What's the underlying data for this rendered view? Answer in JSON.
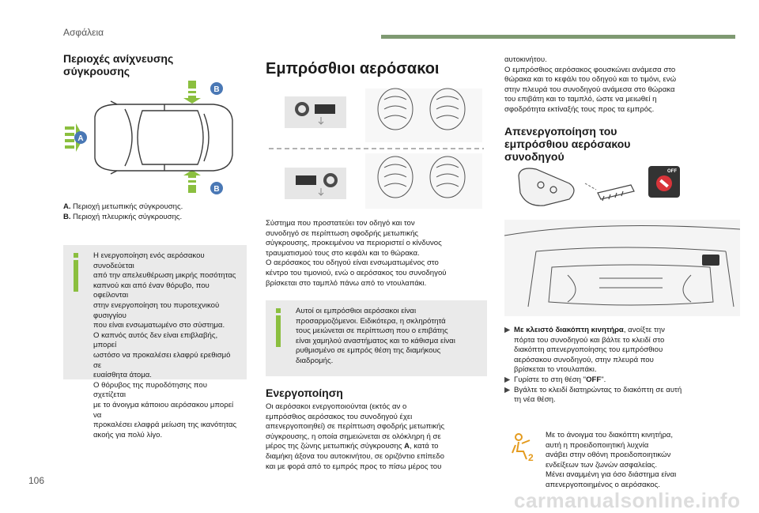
{
  "header": {
    "section": "Ασφάλεια",
    "page_number": "106",
    "accent_color": "#7f9a72"
  },
  "left": {
    "title_line1": "Περιοχές ανίχνευσης",
    "title_line2": "σύγκρουσης",
    "badge_a": "A",
    "badge_b": "B",
    "legend": [
      {
        "key": "A.",
        "text": "Περιοχή μετωπικής σύγκρουσης."
      },
      {
        "key": "B.",
        "text": "Περιοχή πλευρικής σύγκρουσης."
      }
    ],
    "info_lines": [
      "Η ενεργοποίηση ενός αερόσακου συνοδεύεται",
      "από την απελευθέρωση μικρής ποσότητας",
      "καπνού και από έναν θόρυβο, που οφείλονται",
      "στην ενεργοποίηση του πυροτεχνικού φυσιγγίου",
      "που είναι ενσωματωμένο στο σύστημα.",
      "Ο καπνός αυτός δεν είναι επιβλαβής, μπορεί",
      "ωστόσο να προκαλέσει ελαφρύ ερεθισμό σε",
      "ευαίσθητα άτομα.",
      "Ο θόρυβος της πυροδότησης που σχετίζεται",
      "με το άνοιγμα κάποιου αερόσακου μπορεί να",
      "προκαλέσει ελαφρά μείωση της ικανότητας",
      "ακοής για πολύ λίγο."
    ]
  },
  "middle": {
    "title": "Εμπρόσθιοι αερόσακοι",
    "body_lines": [
      "Σύστημα που προστατεύει τον οδηγό και τον",
      "συνοδηγό σε περίπτωση σφοδρής μετωπικής",
      "σύγκρουσης, προκειμένου να περιοριστεί ο κίνδυνος",
      "τραυματισμού τους στο κεφάλι και το θώρακα.",
      "Ο αερόσακος του οδηγού είναι ενσωματωμένος στο",
      "κέντρο του τιμονιού, ενώ ο αερόσακος του συνοδηγού",
      "βρίσκεται στο ταμπλό πάνω από το ντουλαπάκι."
    ],
    "info_lines": [
      "Αυτοί οι εμπρόσθιοι αερόσακοι είναι",
      "προσαρμοζόμενοι. Ειδικότερα, η σκληρότητά",
      "τους μειώνεται σε περίπτωση που ο επιβάτης",
      "είναι χαμηλού αναστήματος και το κάθισμα είναι",
      "ρυθμισμένο σε εμπρός θέση της διαμήκους",
      "διαδρομής."
    ],
    "activation_title": "Ενεργοποίηση",
    "activation_lines": [
      "Οι αερόσακοι ενεργοποιούνται (εκτός αν ο",
      "εμπρόσθιος αερόσακος του συνοδηγού έχει",
      "απενεργοποιηθεί) σε περίπτωση σφοδρής μετωπικής",
      "σύγκρουσης, η οποία σημειώνεται σε ολόκληρη ή σε",
      "μέρος της ζώνης μετωπικής σύγκρουσης ",
      "διαμήκη άξονα του αυτοκινήτου, σε οριζόντιο επίπεδο",
      "και με φορά από το εμπρός προς το πίσω μέρος του"
    ],
    "activation_zone_key": "A",
    "activation_zone_tail": ", κατά το"
  },
  "right": {
    "top_lines": [
      "αυτοκινήτου.",
      "Ο εμπρόσθιος αερόσακος φουσκώνει ανάμεσα στο",
      "θώρακα και το κεφάλι του οδηγού και το τιμόνι, ενώ",
      "στην πλευρά του συνοδηγού ανάμεσα στο θώρακα",
      "του επιβάτη και το ταμπλό, ώστε να μειωθεί η",
      "σφοδρότητα εκτίναξής τους προς τα εμπρός."
    ],
    "deact_title_line1": "Απενεργοποίηση του",
    "deact_title_line2": "εμπρόσθιου αερόσακου",
    "deact_title_line3": "συνοδηγού",
    "switch_label": "OFF",
    "steps": {
      "s1_bold": "Με κλειστό διακόπτη κινητήρα",
      "s1_lines": [
        ", ανοίξτε την",
        "πόρτα του συνοδηγού και βάλτε το κλειδί στο",
        "διακόπτη απενεργοποίησης του εμπρόσθιου",
        "αερόσακου συνοδηγού, στην πλευρά που",
        "βρίσκεται το ντουλαπάκι."
      ],
      "s2_pre": "Γυρίστε το στη θέση \"",
      "s2_bold": "OFF",
      "s2_post": "\".",
      "s3_lines": [
        "Βγάλτε το κλειδί διατηρώντας το διακόπτη σε αυτή",
        "τη νέα θέση."
      ]
    },
    "note_lines": [
      "Με το άνοιγμα του διακόπτη κινητήρα,",
      "αυτή η προειδοποιητική λυχνία",
      "ανάβει στην οθόνη προειδοποιητικών",
      "ενδείξεων των ζωνών ασφαλείας.",
      "Μένει αναμμένη για όσο διάστημα είναι",
      "απενεργοποιημένος ο αερόσακος."
    ],
    "note_icon_digit": "2"
  },
  "watermark": "carmanualsonline.info"
}
